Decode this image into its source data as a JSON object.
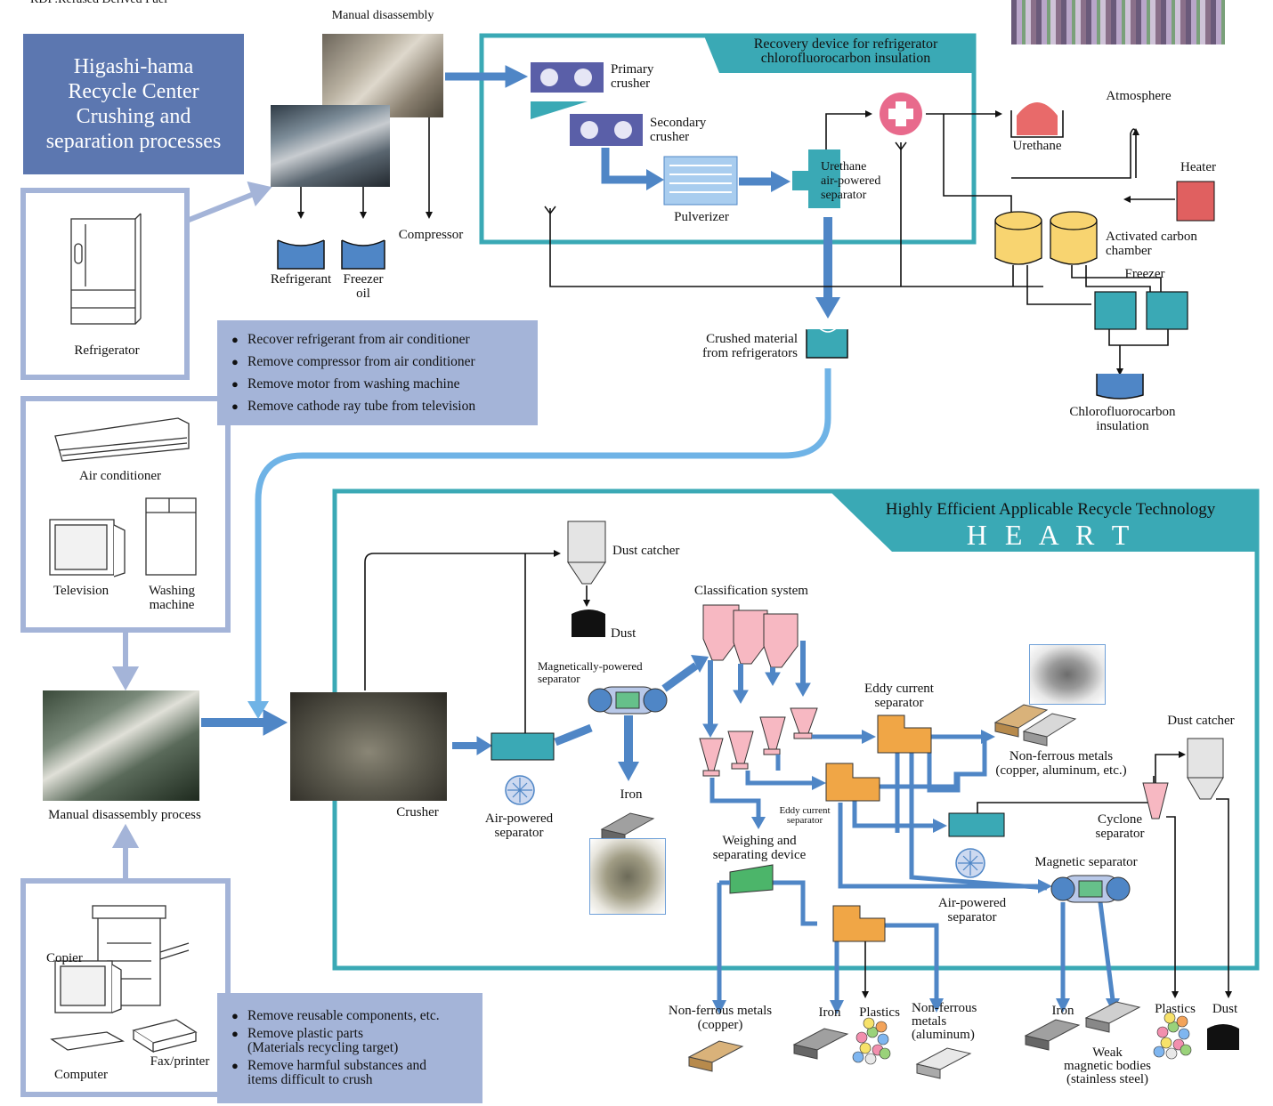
{
  "header_note": "RDF:Refused Derived Fuel",
  "title": "Higashi-hama\nRecycle Center\nCrushing and\nseparation processes",
  "appliances": {
    "refrigerator": "Refrigerator",
    "air_conditioner": "Air conditioner",
    "television": "Television",
    "washing_machine": "Washing\nmachine",
    "copier": "Copier",
    "computer": "Computer",
    "fax_printer": "Fax/printer"
  },
  "manual_disassembly": {
    "top_label": "Manual disassembly",
    "refrigerant": "Refrigerant",
    "freezer_oil": "Freezer\noil",
    "compressor": "Compressor",
    "process_label": "Manual disassembly process"
  },
  "bullets_top": [
    "Recover refrigerant from air conditioner",
    "Remove compressor from air conditioner",
    "Remove motor from washing machine",
    "Remove cathode ray tube from television"
  ],
  "bullets_bottom": [
    "Remove reusable components, etc.",
    "Remove plastic parts\n(Materials recycling target)",
    "Remove harmful substances and\nitems difficult to crush"
  ],
  "recovery": {
    "banner": "Recovery device for refrigerator\nchlorofluorocarbon insulation",
    "primary_crusher": "Primary\ncrusher",
    "secondary_crusher": "Secondary\ncrusher",
    "pulverizer": "Pulverizer",
    "urethane_separator": "Urethane\nair-powered\nseparator",
    "urethane": "Urethane",
    "atmosphere": "Atmosphere",
    "heater": "Heater",
    "activated_carbon": "Activated carbon\nchamber",
    "freezer": "Freezer",
    "cfc_insulation": "Chlorofluorocarbon\ninsulation",
    "crushed_material": "Crushed material\nfrom refrigerators"
  },
  "heart": {
    "banner_line1": "Highly Efficient Applicable Recycle Technology",
    "banner_line2": "H E A R T",
    "crusher": "Crusher",
    "dust_catcher_1": "Dust catcher",
    "dust_1": "Dust",
    "air_powered_separator_1": "Air-powered\nseparator",
    "magnetically_powered_separator": "Magnetically-powered\nseparator",
    "iron_1": "Iron",
    "classification_system": "Classification system",
    "eddy_current_1": "Eddy current\nseparator",
    "eddy_current_2": "Eddy current\nseparator",
    "non_ferrous_cu_al": "Non-ferrous metals\n(copper, aluminum, etc.)",
    "weighing_device": "Weighing and\nseparating device",
    "air_powered_separator_2": "Air-powered\nseparator",
    "magnetic_separator": "Magnetic separator",
    "cyclone_separator": "Cyclone\nseparator",
    "dust_catcher_2": "Dust catcher"
  },
  "outputs": {
    "non_ferrous_copper": "Non-ferrous metals\n(copper)",
    "iron_2": "Iron",
    "plastics_1": "Plastics",
    "non_ferrous_aluminum": "Non-ferrous\nmetals\n(aluminum)",
    "iron_3": "Iron",
    "weak_magnetic": "Weak\nmagnetic bodies\n(stainless steel)",
    "plastics_2": "Plastics",
    "dust_2": "Dust"
  },
  "colors": {
    "title_bg": "#5c77b0",
    "bullet_bg": "#a4b4d8",
    "teal_frame": "#3aa9b5",
    "flow_blue": "#4f86c6",
    "light_flow": "#6fb3e6",
    "orange_separator": "#f0a646",
    "pink_hopper": "#f7b8c2",
    "crusher_purple": "#5a5fa8",
    "carbon_yellow": "#f8d470",
    "heater_red": "#e06060"
  }
}
